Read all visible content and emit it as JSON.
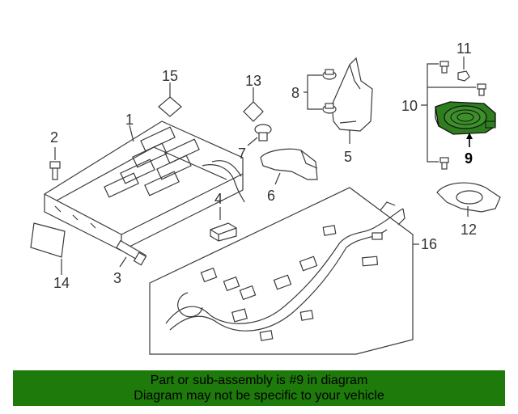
{
  "colors": {
    "highlight_fill": "#2e7d1e",
    "banner_bg": "#1e7a0a"
  },
  "callouts": {
    "c1": "1",
    "c2": "2",
    "c3": "3",
    "c4": "4",
    "c5": "5",
    "c6": "6",
    "c7": "7",
    "c8": "8",
    "c9": "9",
    "c10": "10",
    "c11": "11",
    "c12": "12",
    "c13": "13",
    "c14": "14",
    "c15": "15",
    "c16": "16"
  },
  "banner": {
    "line1": "Part or sub-assembly is #9 in diagram",
    "line2": "Diagram may not be specific to your vehicle"
  }
}
